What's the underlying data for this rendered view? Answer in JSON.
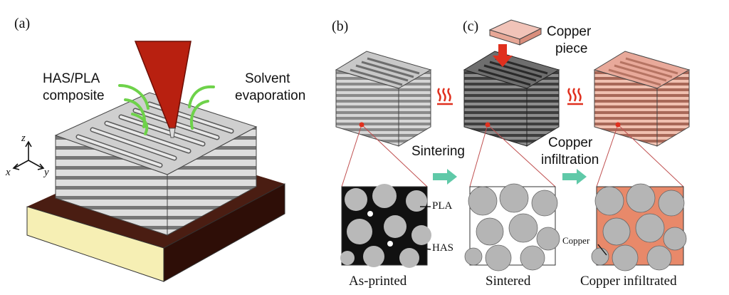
{
  "panels": {
    "a": "(a)",
    "b": "(b)",
    "c": "(c)"
  },
  "panel_a": {
    "material_label_line1": "HAS/PLA",
    "material_label_line2": "composite",
    "solvent_label_line1": "Solvent",
    "solvent_label_line2": "evaporation",
    "axis_z": "z",
    "axis_x": "x",
    "axis_y": "y"
  },
  "panel_bc": {
    "copper_piece_line1": "Copper",
    "copper_piece_line2": "piece",
    "step_sintering": "Sintering",
    "step_copper_line1": "Copper",
    "step_copper_line2": "infiltration",
    "micro_label_pla": "PLA",
    "micro_label_has": "HAS",
    "micro_label_copper": "Copper",
    "caption_as_printed": "As-printed",
    "caption_sintered": "Sintered",
    "caption_copper_infiltrated": "Copper infiltrated"
  },
  "colors": {
    "grey_light": "#c8c8c8",
    "grey_dark": "#6e6e6e",
    "copper": "#e8a99a",
    "copper_dark": "#d9826b",
    "arrow_teal": "#5fc9a8",
    "arrow_red": "#e0301e",
    "nozzle_red": "#b82010",
    "fume_green": "#6ed24a",
    "base_brown": "#4a1d12",
    "base_cream": "#f6efb4"
  },
  "icons": {
    "heat": "heat-icon",
    "arrow": "right-arrow-icon",
    "down": "down-arrow-icon"
  }
}
